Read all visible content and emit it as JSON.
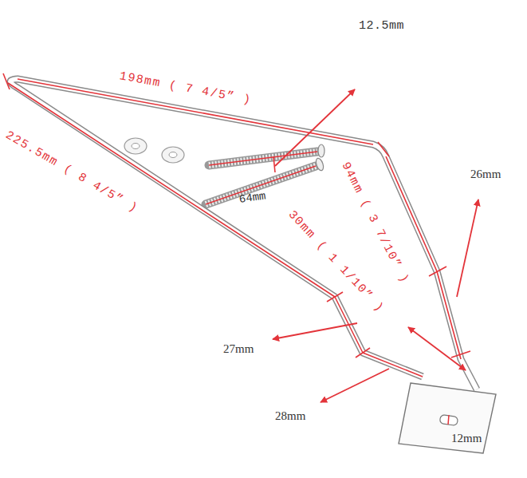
{
  "diagram": {
    "labels": [
      "198mm ( 7 4/5” )",
      "225.5mm ( 8 4/5” )",
      "12.5mm",
      "64mm",
      "94mm ( 3 7/10” )",
      "30mm ( 1 1/10” )",
      "26mm",
      "27mm",
      "28mm",
      "12mm"
    ]
  }
}
